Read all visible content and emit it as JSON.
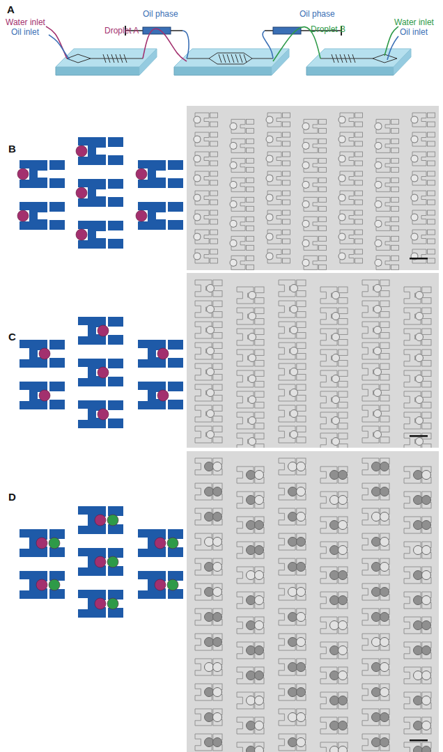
{
  "diagram": {
    "labels": [
      "A",
      "Oil phase",
      "Oil phase",
      "Water inlet",
      "Oil inlet",
      "Droplet A",
      "Droplet B",
      "Water inlet",
      "Oil inlet",
      "B",
      "C",
      "D"
    ]
  }
}
